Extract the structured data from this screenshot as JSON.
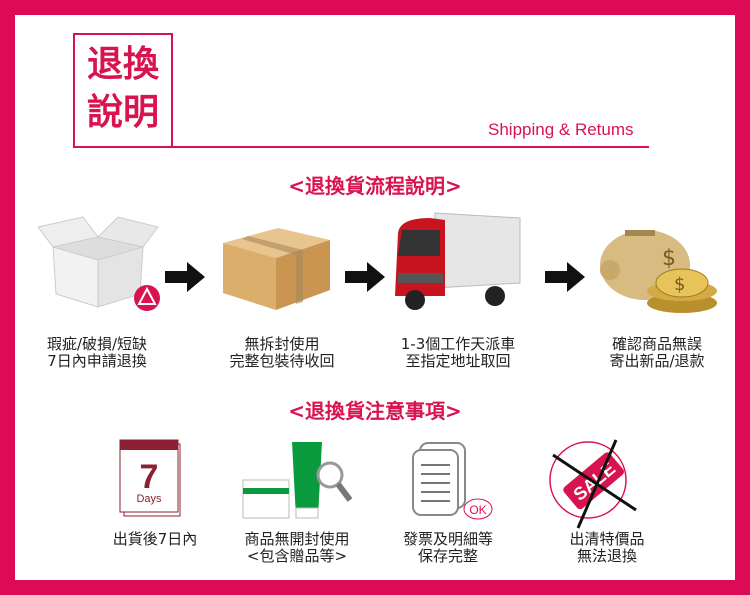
{
  "header": {
    "title_line1": "退換",
    "title_line2": "說明",
    "subtitle": "Shipping & Retums"
  },
  "process": {
    "heading": "<退換貨流程說明>",
    "steps": [
      {
        "line1": "瑕疵/破損/短缺",
        "line2": "7日內申請退換",
        "icon": "open-box-warning-icon"
      },
      {
        "line1": "無拆封使用",
        "line2": "完整包裝待收回",
        "icon": "sealed-box-icon"
      },
      {
        "line1": "1-3個工作天派車",
        "line2": "至指定地址取回",
        "icon": "truck-icon"
      },
      {
        "line1": "確認商品無誤",
        "line2": "寄出新品/退款",
        "icon": "piggy-bank-coins-icon"
      }
    ]
  },
  "notes": {
    "heading": "<退換貨注意事項>",
    "items": [
      {
        "line1": "出貨後7日內",
        "line2": "",
        "icon": "calendar-icon",
        "cal_num": "7",
        "cal_label": "Days"
      },
      {
        "line1": "商品無開封使用",
        "line2": "<包含贈品等>",
        "icon": "products-magnifier-icon"
      },
      {
        "line1": "發票及明細等",
        "line2": "保存完整",
        "icon": "document-ok-icon",
        "badge": "OK"
      },
      {
        "line1": "出清特價品",
        "line2": "無法退換",
        "icon": "no-sale-icon",
        "tag": "SALE"
      }
    ]
  },
  "colors": {
    "accent": "#d9134f",
    "frame": "#dd0a55"
  }
}
